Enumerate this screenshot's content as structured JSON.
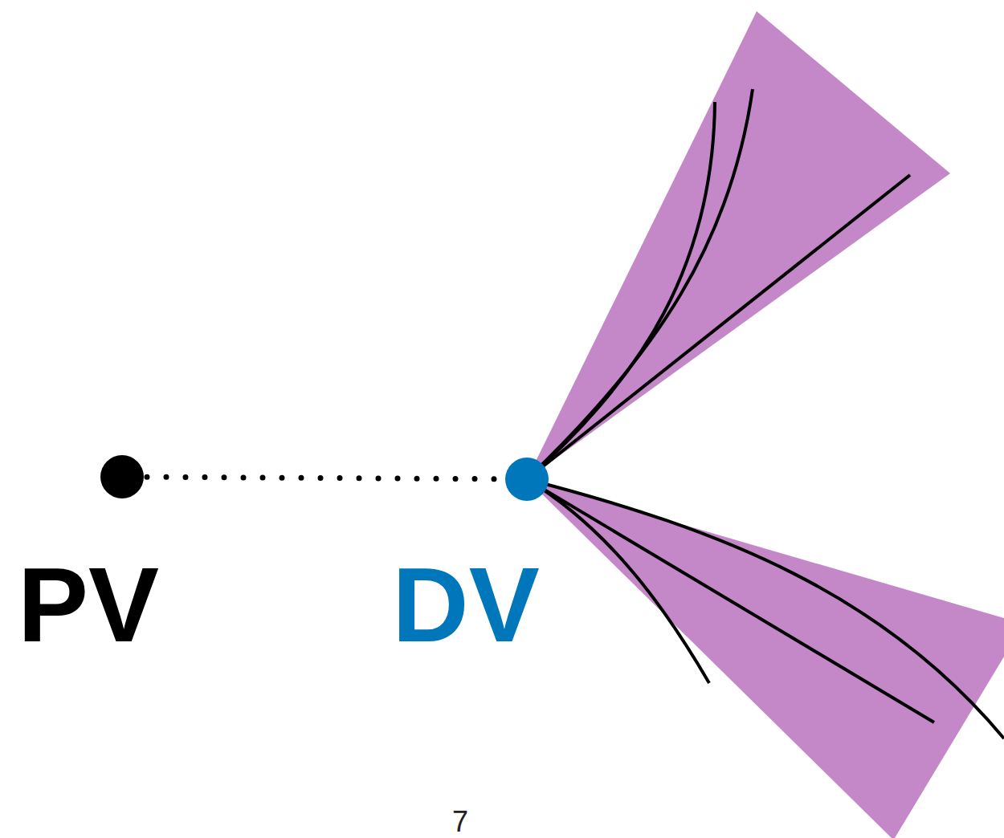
{
  "diagram": {
    "nodes": [
      {
        "text": [
          "PV"
        ]
      },
      {
        "text": [
          "DV"
        ]
      }
    ],
    "edges": [
      {
        "from": 0,
        "to": 1,
        "arrow": "none"
      }
    ],
    "labels": [
      "7"
    ]
  }
}
